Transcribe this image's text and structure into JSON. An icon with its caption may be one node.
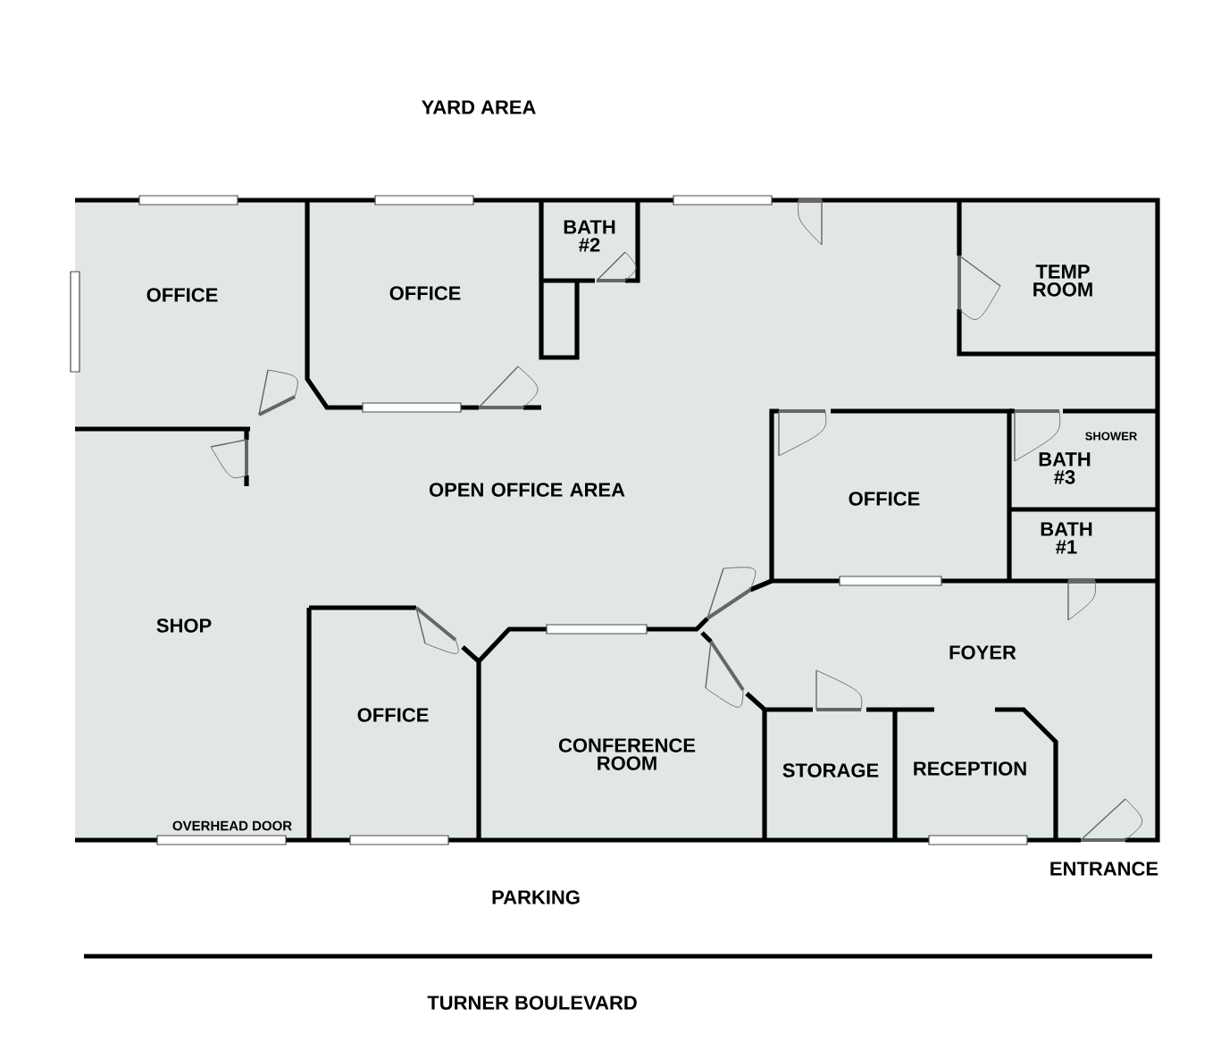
{
  "diagram": {
    "nodes": [
      {
        "text": [
          "OFFICE"
        ]
      },
      {
        "text": [
          "OFFICE"
        ]
      },
      {
        "text": [
          "BATH #2"
        ]
      },
      {
        "text": [
          "TEMP ROOM"
        ]
      },
      {
        "text": [
          "OPEN OFFICE AREA"
        ]
      },
      {
        "text": [
          "OFFICE"
        ]
      },
      {
        "text": [
          "BATH #3"
        ]
      },
      {
        "text": [
          "BATH #1"
        ]
      },
      {
        "text": [
          "SHOP"
        ]
      },
      {
        "text": [
          "FOYER"
        ]
      },
      {
        "text": [
          "OFFICE"
        ]
      },
      {
        "text": [
          "CONFERENCE ROOM"
        ]
      },
      {
        "text": [
          "STORAGE"
        ]
      },
      {
        "text": [
          "RECEPTION"
        ]
      }
    ],
    "labels": [
      "YARD AREA",
      "SHOWER",
      "OVERHEAD DOOR",
      "PARKING",
      "ENTRANCE",
      "TURNER BOULEVARD"
    ]
  }
}
